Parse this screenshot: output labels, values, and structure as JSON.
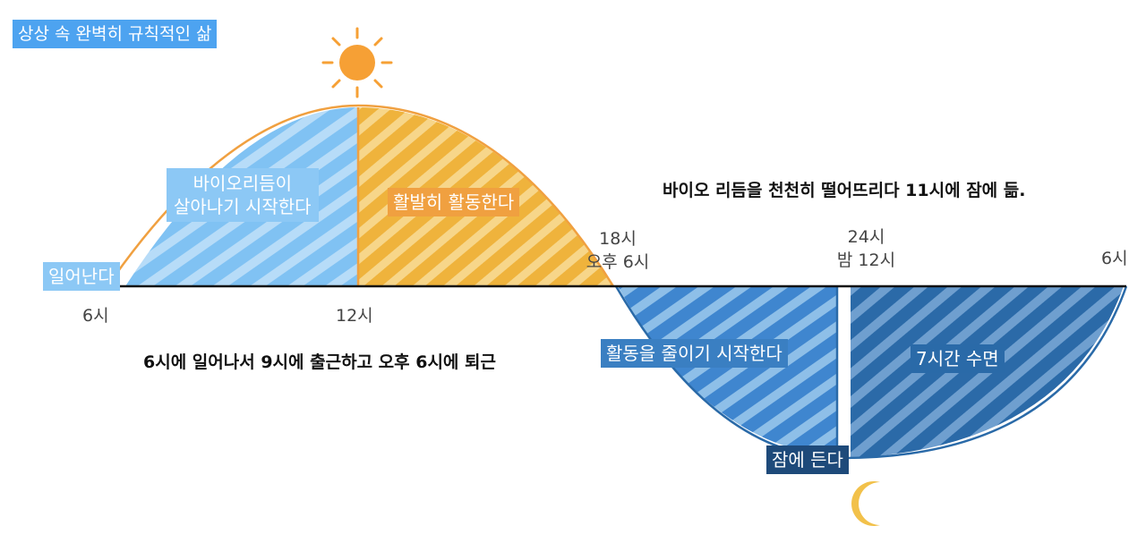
{
  "title": "상상 속 완벽히 규칙적인 삶",
  "labels": {
    "wake_up": "일어난다",
    "bio_line1": "바이오리듬이",
    "bio_line2": "살아나기 시작한다",
    "active": "활발히 활동한다",
    "slow_down": "활동을 줄이기 시작한다",
    "sleep_7h": "7시간 수면",
    "go_to_bed": "잠에 든다"
  },
  "times": {
    "t6_left": "6시",
    "t12": "12시",
    "t18_line1": "18시",
    "t18_line2": "오후 6시",
    "t24_line1": "24시",
    "t24_line2": "밤 12시",
    "t6_right": "6시"
  },
  "notes": {
    "day_schedule": "6시에 일어나서 9시에 출근하고 오후 6시에 퇴근",
    "night_schedule": "바이오 리듬을 천천히 떨어뜨리다 11시에 잠에 듦."
  },
  "icons": {
    "sun": "sun-icon",
    "moon": "crescent-moon-icon"
  },
  "colors": {
    "title_bg": "#4da3f0",
    "light_blue": "#8cc8f5",
    "orange": "#f0a040",
    "sun": "#f6a035",
    "yellow": "#f2b73c",
    "mid_blue": "#3a7fc2",
    "dark_blue": "#2a6aa8",
    "navy": "#1e4a7a",
    "moon": "#f2c14a"
  }
}
